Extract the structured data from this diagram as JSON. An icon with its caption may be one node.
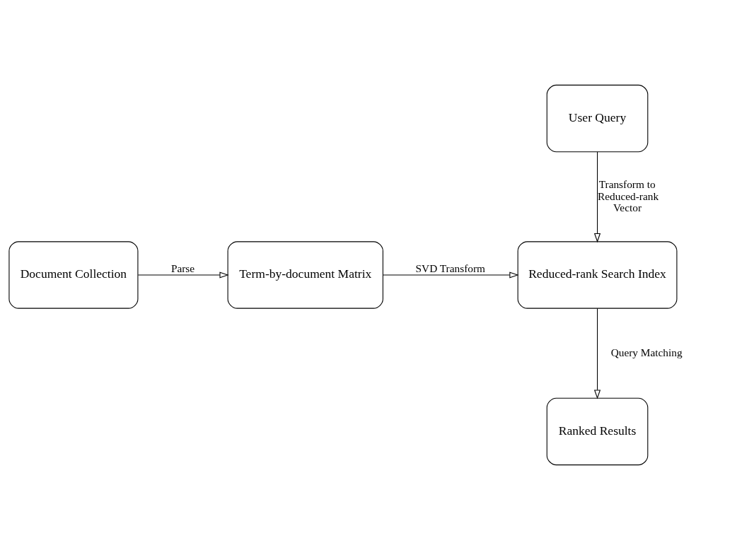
{
  "diagram": {
    "nodes": [
      {
        "text": [
          "Document Collection"
        ]
      },
      {
        "text": [
          "Term-by-document Matrix"
        ]
      },
      {
        "text": [
          "Reduced-rank Search Index"
        ]
      },
      {
        "text": [
          "User Query"
        ]
      },
      {
        "text": [
          "Ranked Results"
        ]
      }
    ],
    "edges": [
      {
        "from": 0,
        "to": 1,
        "arrow": "to",
        "label": "Parse"
      },
      {
        "from": 1,
        "to": 2,
        "arrow": "to",
        "label": "SVD Transform"
      },
      {
        "from": 3,
        "to": 2,
        "arrow": "to",
        "label": "Transform to Reduced-rank Vector"
      },
      {
        "from": 2,
        "to": 4,
        "arrow": "to",
        "label": "Query Matching"
      }
    ]
  }
}
